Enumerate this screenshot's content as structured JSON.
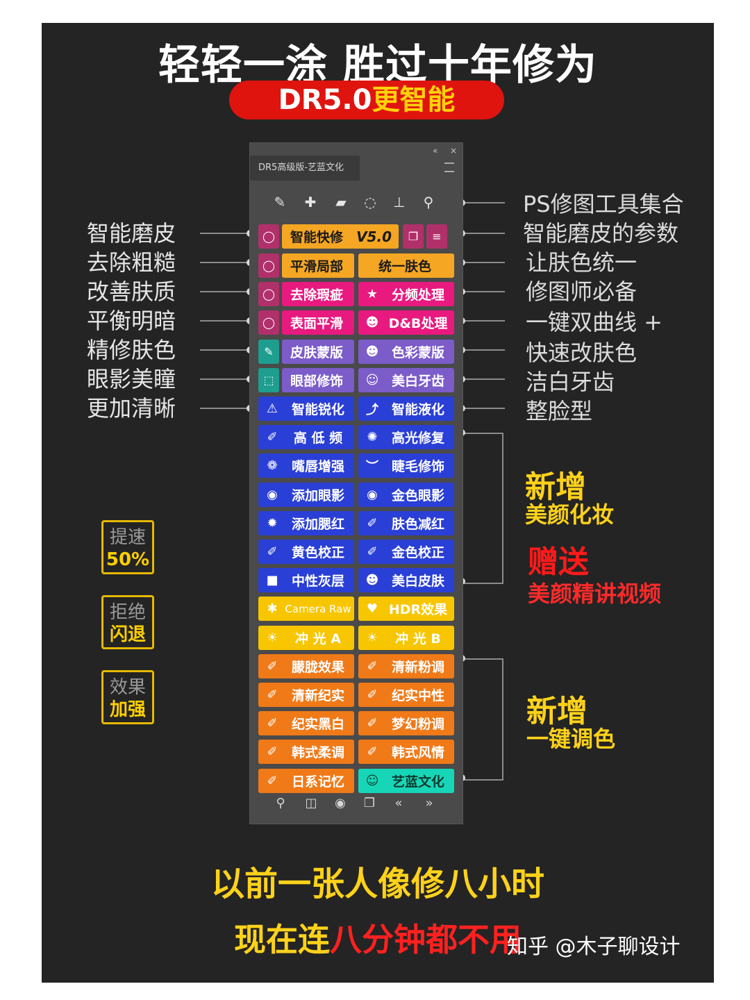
{
  "headline": "轻轻一涂 胜过十年修为",
  "pill": {
    "latin": "DR5.0",
    "cjk": "更智能"
  },
  "panel": {
    "tab": "DR5高级版-艺蓝文化",
    "controls": [
      "«",
      "×"
    ],
    "toolbar_icons": [
      "brush-tool-icon",
      "healing-tool-icon",
      "eraser-tool-icon",
      "marquee-tool-icon",
      "stamp-tool-icon",
      "puppet-tool-icon"
    ],
    "main_version": "V5.0",
    "main_label": "智能快修",
    "grid": [
      [
        "平滑局部",
        "统一肤色"
      ],
      [
        "去除瑕疵",
        "分频处理"
      ],
      [
        "表面平滑",
        "D&B处理"
      ],
      [
        "皮肤蒙版",
        "色彩蒙版"
      ],
      [
        "眼部修饰",
        "美白牙齿"
      ],
      [
        "智能锐化",
        "智能液化"
      ],
      [
        "高 低 频",
        "高光修复"
      ],
      [
        "嘴唇增强",
        "睫毛修饰"
      ],
      [
        "添加眼影",
        "金色眼影"
      ],
      [
        "添加腮红",
        "肤色减红"
      ],
      [
        "黄色校正",
        "金色校正"
      ],
      [
        "中性灰层",
        "美白皮肤"
      ],
      [
        "Camera Raw",
        "HDR效果"
      ],
      [
        "冲 光 A",
        "冲 光 B"
      ],
      [
        "朦胧效果",
        "清新粉调"
      ],
      [
        "清新纪实",
        "纪实中性"
      ],
      [
        "纪实黑白",
        "梦幻粉调"
      ],
      [
        "韩式柔调",
        "韩式风情"
      ],
      [
        "日系记忆",
        "艺蓝文化"
      ]
    ]
  },
  "left_labels": [
    "智能磨皮",
    "去除粗糙",
    "改善肤质",
    "平衡明暗",
    "精修肤色",
    "眼影美瞳",
    "更加清晰"
  ],
  "right_labels": [
    "PS修图工具集合",
    "智能磨皮的参数",
    "让肤色统一",
    "修图师必备",
    "一键双曲线 +",
    "快速改肤色",
    "洁白牙齿",
    "整脸型"
  ],
  "group1": {
    "title": "新增",
    "sub": "美颜化妆"
  },
  "gift": {
    "title": "赠送",
    "sub": "美颜精讲视频"
  },
  "group2": {
    "title": "新增",
    "sub": "一键调色"
  },
  "badges": [
    {
      "l1": "提速",
      "l2": "50%"
    },
    {
      "l1": "拒绝",
      "l2": "闪退"
    },
    {
      "l1": "效果",
      "l2": "加强"
    }
  ],
  "footer_line1": "以前一张人像修八小时",
  "footer_line2_a": "现在连",
  "footer_line2_b": "八分钟都不用",
  "watermark": "知乎 @木子聊设计",
  "colors": {
    "gold": "#f5a623",
    "magenta": "#e8197f",
    "purple": "#7b5cc9",
    "teal": "#1e9e8f",
    "blue": "#2a3fd6",
    "yellow": "#f7c600",
    "orange": "#f07a18",
    "cyan": "#17d6b8"
  }
}
